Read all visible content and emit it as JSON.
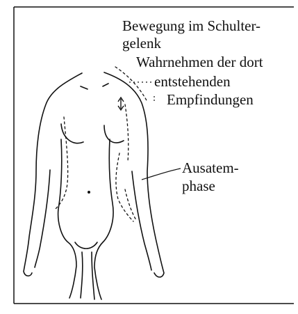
{
  "annotation_top": {
    "lines": [
      "Bewegung im Schulter-",
      "gelenk",
      "Wahrnehmen der dort",
      "entstehenden",
      "Empfindungen"
    ]
  },
  "annotation_right": {
    "lines": [
      "Ausatem-",
      "phase"
    ]
  },
  "colors": {
    "ink": "#111111",
    "paper": "#ffffff"
  }
}
